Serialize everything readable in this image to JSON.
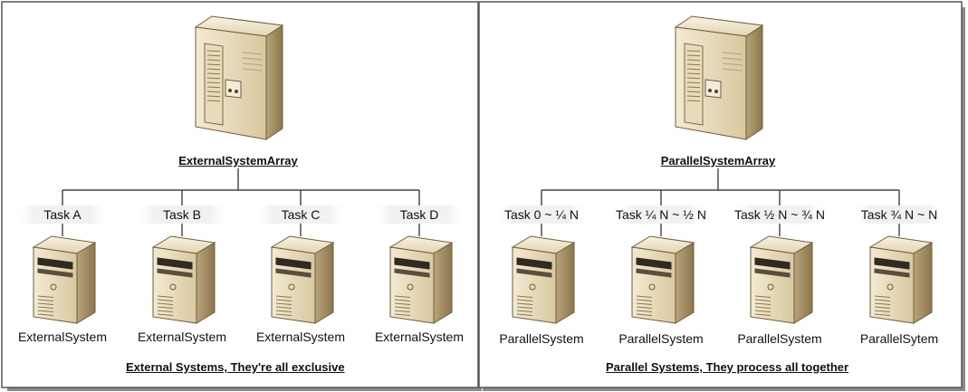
{
  "panels": [
    {
      "id": "external",
      "title": "ExternalSystemArray",
      "caption": "External Systems, They're all exclusive",
      "tasks": [
        "Task A",
        "Task B",
        "Task C",
        "Task D"
      ],
      "nodes": [
        "ExternalSystem",
        "ExternalSystem",
        "ExternalSystem",
        "ExternalSystem"
      ]
    },
    {
      "id": "parallel",
      "title": "ParallelSystemArray",
      "caption": "Parallel Systems, They process all together",
      "tasks": [
        "Task 0 ~ ¼ N",
        "Task ¼ N ~ ½ N",
        "Task ½ N ~ ¾ N",
        "Task ¾ N ~ N"
      ],
      "nodes": [
        "ParallelSystem",
        "ParallelSystem",
        "ParallelSystem",
        "ParallelSytem"
      ]
    }
  ],
  "icons": {
    "array": "server-tower-icon",
    "node": "server-icon"
  },
  "colors": {
    "server_light": "#efe4c8",
    "server_mid": "#d8c69e",
    "server_dark": "#8f7a52",
    "frame": "#555555"
  }
}
